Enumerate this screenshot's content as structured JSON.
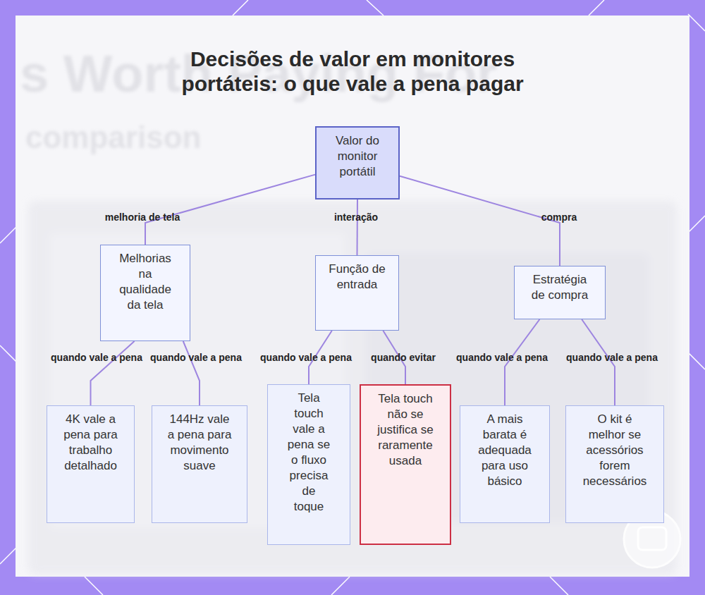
{
  "diagram": {
    "title": "Decisões de valor em monitores portáteis: o que vale a pena pagar",
    "nodes": [
      {
        "text": [
          "Valor do monitor portátil"
        ]
      },
      {
        "text": [
          "Melhorias na qualidade da tela"
        ]
      },
      {
        "text": [
          "Função de entrada"
        ]
      },
      {
        "text": [
          "Estratégia de compra"
        ]
      },
      {
        "text": [
          "4K vale a pena para trabalho detalhado"
        ]
      },
      {
        "text": [
          "144Hz vale a pena para movimento suave"
        ]
      },
      {
        "text": [
          "Tela touch vale a pena se o fluxo precisa de toque"
        ]
      },
      {
        "text": [
          "Tela touch não se justifica se raramente usada"
        ]
      },
      {
        "text": [
          "A mais barata é adequada para uso básico"
        ]
      },
      {
        "text": [
          "O kit é melhor se acessórios forem necessários"
        ]
      }
    ],
    "edges": [
      {
        "from": 0,
        "to": 1,
        "label": "melhoria de tela",
        "arrow": "none"
      },
      {
        "from": 0,
        "to": 2,
        "label": "interação",
        "arrow": "none"
      },
      {
        "from": 0,
        "to": 3,
        "label": "compra",
        "arrow": "none"
      },
      {
        "from": 1,
        "to": 4,
        "label": "quando vale a pena",
        "arrow": "none"
      },
      {
        "from": 1,
        "to": 5,
        "label": "quando vale a pena",
        "arrow": "none"
      },
      {
        "from": 2,
        "to": 6,
        "label": "quando vale a pena",
        "arrow": "none"
      },
      {
        "from": 2,
        "to": 7,
        "label": "quando evitar",
        "arrow": "none"
      },
      {
        "from": 3,
        "to": 8,
        "label": "quando vale a pena",
        "arrow": "none"
      },
      {
        "from": 3,
        "to": 9,
        "label": "quando vale a pena",
        "arrow": "none"
      }
    ],
    "labels": [
      "s Worth Paying For",
      "comparison"
    ]
  }
}
